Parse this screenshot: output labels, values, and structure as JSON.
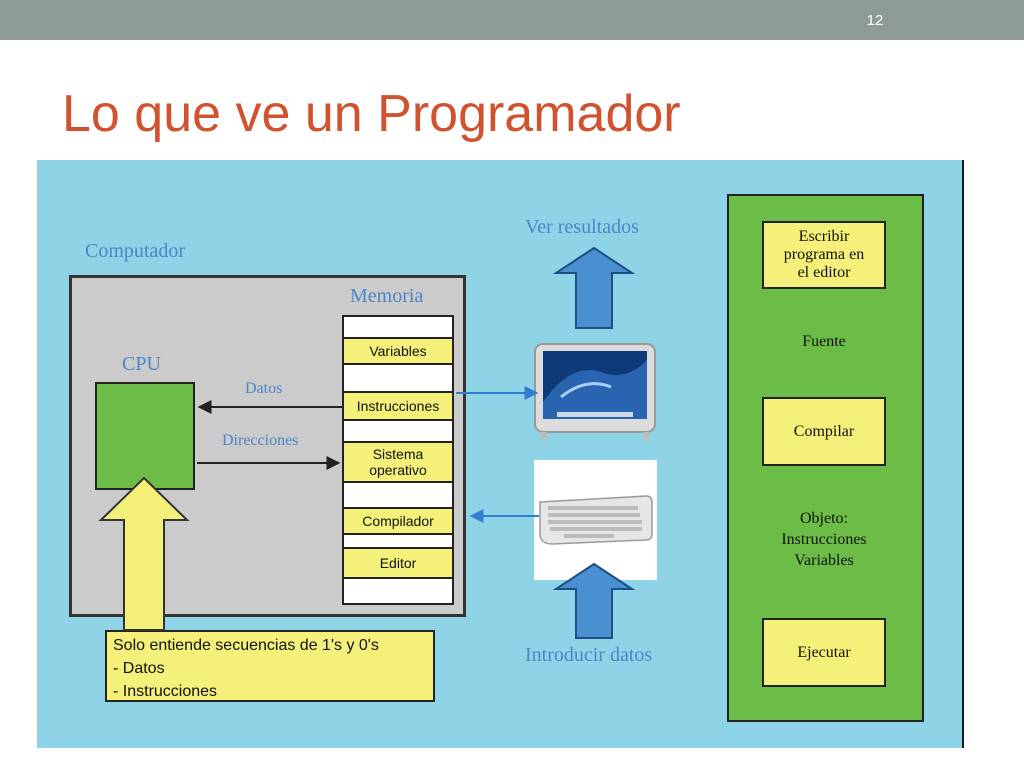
{
  "slide": {
    "number": "12",
    "title": "Lo que ve un Programador"
  },
  "diagram": {
    "computer_label": "Computador",
    "memory_label": "Memoria",
    "cpu_label": "CPU",
    "data_label": "Datos",
    "address_label": "Direcciones",
    "memory_cells": [
      "Variables",
      "Instrucciones",
      "Sistema\noperativo",
      "Compilador",
      "Editor"
    ],
    "note": {
      "lines": [
        "Solo entiende secuencias de 1's y 0's",
        "- Datos",
        "- Instrucciones"
      ]
    },
    "output_label": "Ver resultados",
    "input_label": "Introducir datos",
    "monitor_icon": "monitor-icon",
    "keyboard_icon": "keyboard-icon"
  },
  "flow": {
    "write_step": "Escribir\nprograma en\nel editor",
    "source_label": "Fuente",
    "compile_step": "Compilar",
    "object_label": "Objeto:\nInstrucciones\nVariables",
    "run_step": "Ejecutar"
  },
  "colors": {
    "title": "#d0522e",
    "topbar": "#8c9c94",
    "diagram_bg": "#8fd3e6",
    "green": "#6cbd47",
    "yellow": "#f5f07a",
    "label_blue": "#4a86c8",
    "arrow_blue": "#4a8fd0"
  }
}
